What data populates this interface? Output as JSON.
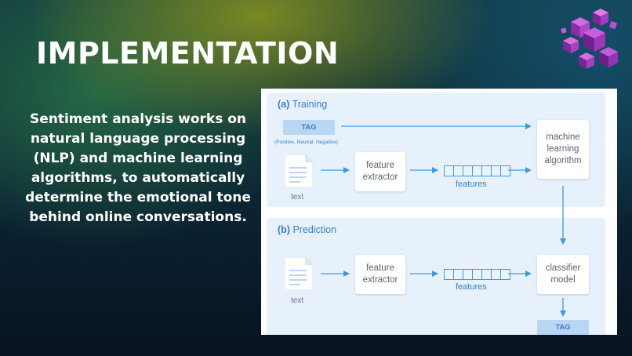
{
  "slide": {
    "title": "IMPLEMENTATION",
    "body": "Sentiment analysis works on natural language processing (NLP) and machine learning algorithms, to automatically determine the emotional tone behind online conversations."
  },
  "diagram": {
    "training": {
      "label_prefix": "(a)",
      "label": "Training",
      "tag": "TAG",
      "tag_values": "(Positive, Neutral, Negative)",
      "doc_label": "text",
      "extractor": "feature extractor",
      "features": "features",
      "algorithm": "machine learning algorithm"
    },
    "prediction": {
      "label_prefix": "(b)",
      "label": "Prediction",
      "doc_label": "text",
      "extractor": "feature extractor",
      "features": "features",
      "model": "classifier model",
      "tag": "TAG"
    }
  },
  "colors": {
    "accent": "#3b9be0",
    "section_bg": "#e6f1fb",
    "tag_bg": "#b9d7f3"
  },
  "icons": [
    "cube-cluster-logo-icon",
    "document-icon"
  ]
}
